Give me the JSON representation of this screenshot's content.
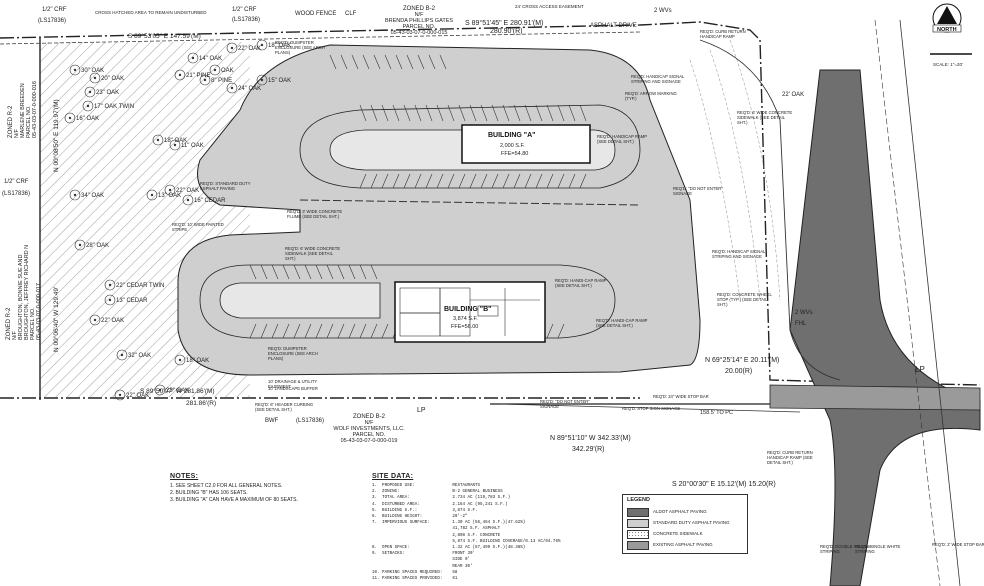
{
  "north_arrow": {
    "label": "NORTH",
    "scale": "SCALE: 1\"=20'"
  },
  "top": {
    "zoning": [
      "ZONED B-2",
      "N/F",
      "BRENDA PHILLIPS GATES",
      "PARCEL NO.",
      "05-43-03-07-0-000-015"
    ],
    "bearing_top": "S 89°51'45\" E  280.91'(M)",
    "bearing_top_r": "280.90'(R)",
    "bearing_left_top": "S 89°53'05\" E  147.59'(M)",
    "crf1": "1/2\" CRF",
    "crf1_ls": "(LS17836)",
    "crf2": "1/2\" CRF",
    "crf2_ls": "(LS17836)",
    "wood_fence": "WOOD FENCE",
    "clf": "CLF",
    "asphalt_drive": "ASPHALT DRIVE",
    "cross_access": "24' CROSS ACCESS EASEMENT",
    "cross_hatched": "CROSS HATCHED AREA TO REMAIN UNDISTURBED",
    "crf_left": "1/2\" CRF",
    "crf_left_ls": "(LS17836)"
  },
  "left": {
    "zoning_a": [
      "ZONED R-2",
      "N/F",
      "MARLENE BREEDEN",
      "PARCEL NO.",
      "05-43-03-07-0-000-016"
    ],
    "bearing_a": "N 00°08'50\" E  119.97'(M)",
    "zoning_b": [
      "ZONED R-2",
      "N/F",
      "BROUGHTON, BONNIE SUE AND",
      "BROUGHTON, JEFFREY RICHARD N",
      "PARCEL NO.",
      "05-43-03-07-0-000-017"
    ],
    "bearing_b": "N 00°06'40\" W  129.49'",
    "trees": [
      "30\" OAK",
      "20\" OAK",
      "23\" OAK",
      "17\" OAK TWIN",
      "18\" OAK",
      "11\" OAK",
      "22\" OAK",
      "16\" CEDAR",
      "13\" OAK",
      "34\" OAK",
      "28\" OAK",
      "22\" CEDAR TWIN",
      "13\" CEDAR",
      "22\" OAK",
      "OAK",
      "24\" OAK",
      "15\" OAK",
      "18\" OAK",
      "22\" OAK",
      "21\" PINE",
      "8\" PINE",
      "14\" OAK",
      "32\" OAK",
      "23\" OAK",
      "22\" OAK",
      "18\" OAK",
      "16\" OAK"
    ]
  },
  "bottom": {
    "bearing": "S 89°50'07\" W  281.86'(M)",
    "bearing_r": "281.86'(R)",
    "bwf": "BWF",
    "ls": "(LS17836)",
    "zoning": [
      "ZONED B-2",
      "N/F",
      "WOLF INVESTMENTS, LLC.",
      "PARCEL NO.",
      "05-43-03-07-0-000-019"
    ],
    "bearing_c": "N 89°51'10\" W  342.33'(M)",
    "bearing_c_r": "342.29'(R)",
    "bearing_d": "S 20°00'30\" E  15.12'(M)  15.20(R)",
    "bearing_e": "N 69°25'14\" E  20.11'(M)",
    "bearing_e_r": "20.00(R)",
    "lp": "LP",
    "lp2": "LP"
  },
  "buildings": {
    "a_name": "BUILDING \"A\"",
    "a_area": "2,000 S.F.",
    "a_ffe": "FFE=54.80",
    "b_name": "BUILDING \"B\"",
    "b_area": "3,874 S.F.",
    "b_ffe": "FFE=56.00"
  },
  "callouts": [
    "REQ'D: DUMPSTER ENCLOSURE (SEE ARCH PLANS)",
    "REQ'D: STANDARD DUTY ASPHALT PAVING",
    "REQ'D: 10' WIDE PAINTED STRIPE",
    "REQ'D: 3' WIDE CONCRETE FLUME (SEE DETAIL SHT.)",
    "REQ'D: 6' WIDE CONCRETE SIDEWALK (SEE DETAIL SHT.)",
    "REQ'D: DUMPSTER ENCLOSURE (SEE ARCH PLANS)",
    "REQ'D: 6\" HEADER CURBING (SEE DETAIL SHT.)",
    "10' DRAINAGE & UTILITY EASEMENT",
    "10' LANDSCAPE BUFFER",
    "REQ'D: HANDICAP RAMP (SEE DETAIL SHT.)",
    "REQ'D: \"DO NOT ENTER\" SIGNAGE",
    "REQ'D: STOP SIGN SIGNAGE",
    "REQ'D: HANDI-CAP RAMP (SEE DETAIL SHT.)",
    "REQ'D: HANDI-CAP RAMP (SEE DETAIL SHT.)",
    "REQ'D: \"DO NOT ENTER\" SIGNAGE",
    "REQ'D: ARROW MARKING (TYP.)",
    "REQ'D: HANDICAP SIGNAL STRIPING AND SIGNAGE",
    "REQ'D: 6' WIDE CONCRETE SIDEWALK (SEE DETAIL SHT.)",
    "REQ'D: HANDICAP SIGNAL STRIPING AND SIGNAGE",
    "REQ'D: CONCRETE WHEEL STOP (TYP.) (SEE DETAIL SHT.)",
    "REQ'D: CURB RETURN HANDICAP RAMP",
    "REQ'D: CURB RETURN HANDICAP RAMP (SEE DETAIL SHT.)",
    "REQ'D: 24\" WIDE STOP BAR",
    "REQ'D: DOUBLE YELLOW STRIPING",
    "REQ'D: SINGLE WHITE STRIPING",
    "REQ'D: 2' WIDE STOP BAR"
  ],
  "misc": {
    "ww": "2 WVs",
    "fhl": "FHL",
    "dim_158": "158.5' TO PC",
    "dim_22": "22' OAK",
    "wv": "2 WVs"
  },
  "notes": {
    "title": "NOTES:",
    "lines": [
      "1.  SEE SHEET C2.0 FOR ALL GENERAL NOTES.",
      "2.  BUILDING \"B\" HAS 106 SEATS.",
      "3.  BUILDING \"A\" CAN HAVE A MAXIMUM OF 80 SEATS."
    ]
  },
  "site_data": {
    "title": "SITE DATA:",
    "lines": [
      "1.  PROPOSED USE:               RESTAURANTS",
      "2.  ZONING:                     B-2 GENERAL BUSINESS",
      "3.  TOTAL AREA:                 2.734 AC (119,783 S.F.)",
      "4.  DISTURBED AREA:             2.164 AC (95,241 S.F.)",
      "5.  BUILDING S.F.:              3,874 S.F.",
      "6.  BUILDING HEIGHT:            20'-2\"",
      "7.  IMPERVIOUS SURFACE:         1.30 AC (56,464 S.F.)(47.62%)",
      "                                41,782 S.F. ASPHALT",
      "                                2,808 S.F. CONCRETE",
      "                                5,874 S.F. BUILDING COVERAGE/0.13 AC/04.76%",
      "8.  OPEN SPACE:                 1.32 AC (57,499 S.F.)(48.38%)",
      "9.  SETBACKS:                   FRONT 30'",
      "                                SIDE 0'",
      "                                REAR 30'",
      "10. PARKING SPACES REQUIRED:    58",
      "11. PARKING SPACES PROVIDED:    61"
    ]
  },
  "legend": {
    "title": "LEGEND",
    "items": [
      {
        "label": "ALDOT ASPHALT PAVING",
        "color": "#6f6f6f"
      },
      {
        "label": "STANDARD DUTY ASPHALT PAVING",
        "color": "#cfcfcf"
      },
      {
        "label": "CONCRETE SIDEWALK",
        "color": "#ffffff"
      },
      {
        "label": "EXISTING ASPHALT PAVING",
        "color": "#9a9a9a"
      }
    ]
  },
  "colors": {
    "pave": "#cfcfcf",
    "aldot": "#6f6f6f",
    "existing": "#9a9a9a",
    "line": "#222222"
  }
}
